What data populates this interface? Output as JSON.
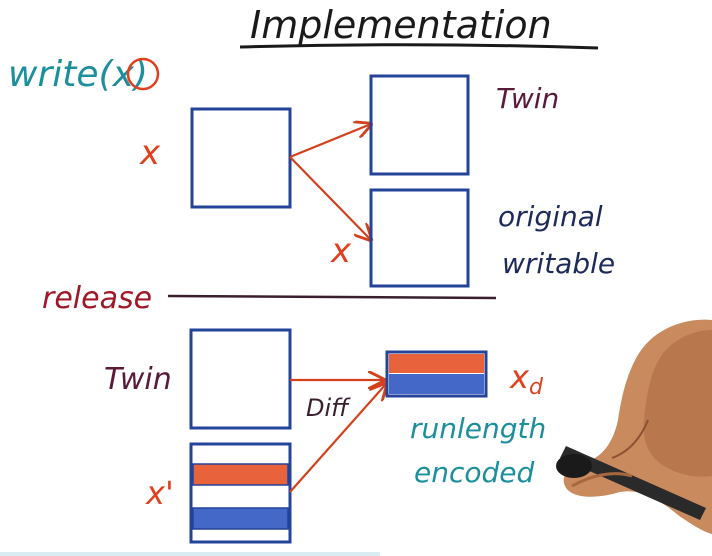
{
  "title": "Implementation",
  "write_op": {
    "text_prefix": "write(",
    "arg": "x",
    "text_suffix": ")"
  },
  "labels": {
    "x_top": "x",
    "x_copy": "x",
    "twin_top": "Twin",
    "original_line1": "original",
    "original_line2": "writable",
    "release": "release",
    "twin_bottom": "Twin",
    "x_prime": "x'",
    "diff": "Diff",
    "x_d": "x",
    "x_d_sub": "d",
    "runlength": "runlength",
    "encoded": "encoded"
  },
  "colors": {
    "box_stroke": "#24439a",
    "arrow": "#d4401c",
    "teal_text": "#1c8f9c",
    "maroon_text": "#5a1a3a",
    "navy_text": "#1e2a5a",
    "red_text": "#e0401f",
    "release_text": "#a01828",
    "band_orange": "#e8623c",
    "band_blue": "#4468c8",
    "line": "#3a1f2e"
  },
  "icons": [
    "hand-with-marker-icon"
  ]
}
